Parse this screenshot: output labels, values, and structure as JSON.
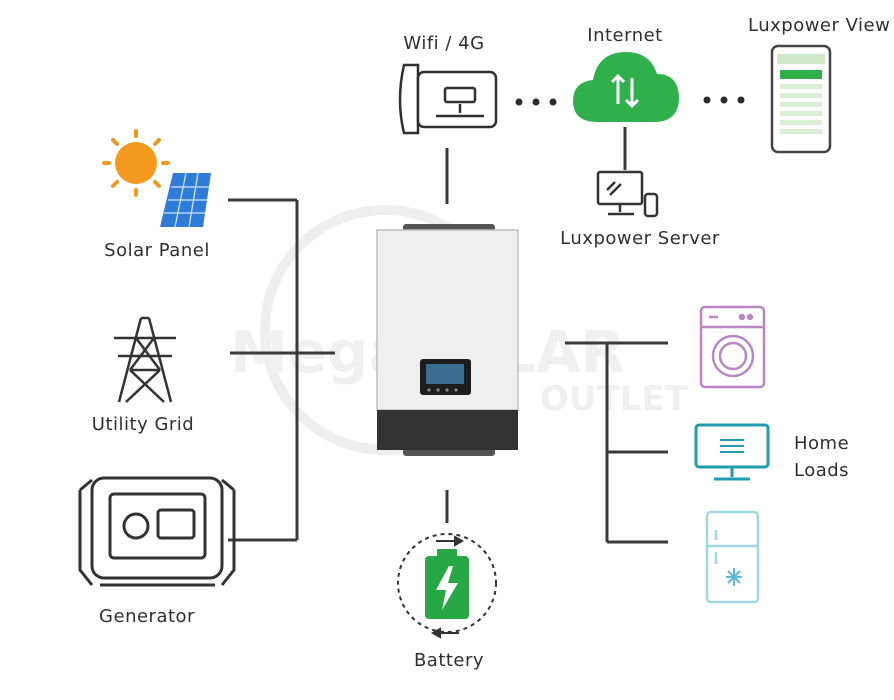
{
  "labels": {
    "wifi": "Wifi / 4G",
    "internet": "Internet",
    "luxpower_view": "Luxpower View",
    "luxpower_server": "Luxpower Server",
    "solar_panel": "Solar Panel",
    "utility_grid": "Utility Grid",
    "generator": "Generator",
    "home_loads": "Home\nLoads",
    "battery": "Battery"
  },
  "watermark": "MegaSOLAR OUTLET",
  "colors": {
    "cloud": "#2fb04a",
    "battery": "#27a844",
    "washer": "#b887c4",
    "monitor": "#1f9cb0",
    "fridge": "#9fd8e0",
    "sun": "#f39a1e",
    "solar": "#2f7bd8",
    "line": "#3a3a3a"
  },
  "icons": [
    "wifi-dongle-icon",
    "cloud-icon",
    "phone-app-icon",
    "server-monitor-icon",
    "sun-icon",
    "solar-panel-icon",
    "pylon-icon",
    "generator-icon",
    "inverter-icon",
    "washing-machine-icon",
    "monitor-icon",
    "fridge-icon",
    "battery-icon"
  ]
}
